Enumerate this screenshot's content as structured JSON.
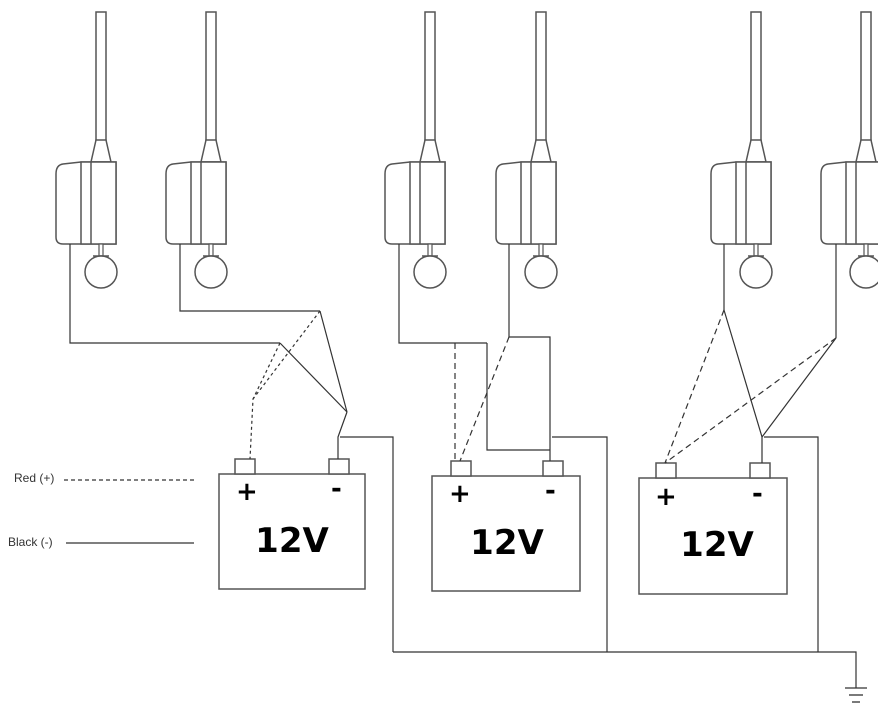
{
  "legend": {
    "red_label": "Red (+)",
    "black_label": "Black (-)"
  },
  "batteries": [
    {
      "voltage": "12V",
      "plus": "+",
      "minus": "-"
    },
    {
      "voltage": "12V",
      "plus": "+",
      "minus": "-"
    },
    {
      "voltage": "12V",
      "plus": "+",
      "minus": "-"
    }
  ],
  "colors": {
    "wire": "#333333",
    "component_stroke": "#555555",
    "background": "#ffffff"
  },
  "icons": {
    "motor": "trolling-motor-icon",
    "ground": "ground-symbol-icon"
  }
}
